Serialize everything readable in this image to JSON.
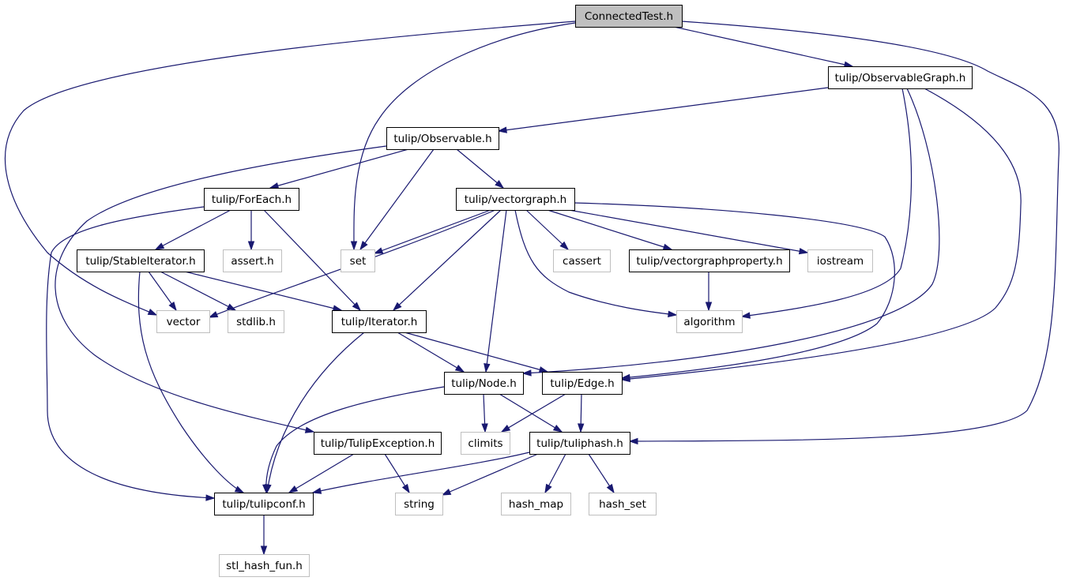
{
  "graph": {
    "root": "ConnectedTest.h",
    "nodes": {
      "connectedtest": {
        "label": "ConnectedTest.h",
        "kind": "root"
      },
      "observablegraph": {
        "label": "tulip/ObservableGraph.h",
        "kind": "local"
      },
      "observable": {
        "label": "tulip/Observable.h",
        "kind": "local"
      },
      "foreach": {
        "label": "tulip/ForEach.h",
        "kind": "local"
      },
      "vectorgraph": {
        "label": "tulip/vectorgraph.h",
        "kind": "local"
      },
      "stableiterator": {
        "label": "tulip/StableIterator.h",
        "kind": "local"
      },
      "assert": {
        "label": "assert.h",
        "kind": "system"
      },
      "set": {
        "label": "set",
        "kind": "system"
      },
      "cassert": {
        "label": "cassert",
        "kind": "system"
      },
      "vectorgraphproperty": {
        "label": "tulip/vectorgraphproperty.h",
        "kind": "local"
      },
      "iostream": {
        "label": "iostream",
        "kind": "system"
      },
      "vector": {
        "label": "vector",
        "kind": "system"
      },
      "stdlib": {
        "label": "stdlib.h",
        "kind": "system"
      },
      "iterator": {
        "label": "tulip/Iterator.h",
        "kind": "local"
      },
      "algorithm": {
        "label": "algorithm",
        "kind": "system"
      },
      "node": {
        "label": "tulip/Node.h",
        "kind": "local"
      },
      "edge": {
        "label": "tulip/Edge.h",
        "kind": "local"
      },
      "climits": {
        "label": "climits",
        "kind": "system"
      },
      "tulipexception": {
        "label": "tulip/TulipException.h",
        "kind": "local"
      },
      "tuliphash": {
        "label": "tulip/tuliphash.h",
        "kind": "local"
      },
      "tulipconf": {
        "label": "tulip/tulipconf.h",
        "kind": "local"
      },
      "string": {
        "label": "string",
        "kind": "system"
      },
      "hash_map": {
        "label": "hash_map",
        "kind": "system"
      },
      "hash_set": {
        "label": "hash_set",
        "kind": "system"
      },
      "stl_hash_fun": {
        "label": "stl_hash_fun.h",
        "kind": "system"
      }
    },
    "colors": {
      "edge": "#191970",
      "root_fill": "#bfbfbf",
      "local_border": "#000000",
      "system_border": "#bfbfbf"
    }
  }
}
